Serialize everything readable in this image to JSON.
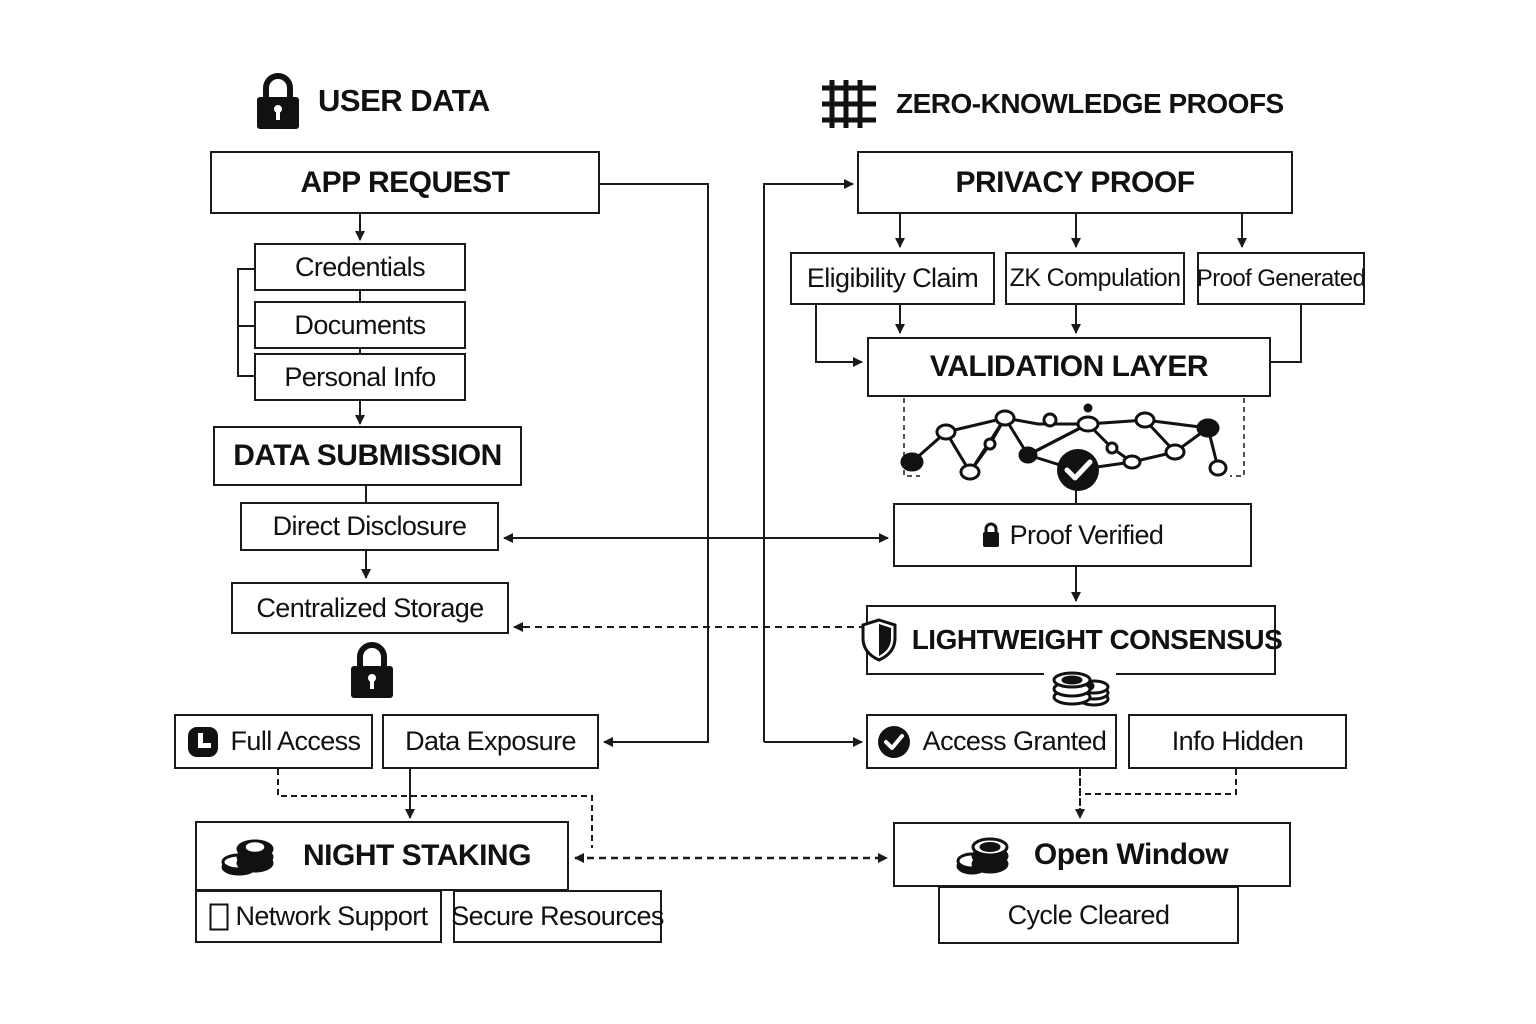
{
  "left_column": {
    "heading": "USER DATA",
    "heading_icon": "lock-icon",
    "app_request": "APP REQUEST",
    "inputs": [
      "Credentials",
      "Documents",
      "Personal Info"
    ],
    "data_submission": "DATA SUBMISSION",
    "direct_disclosure": "Direct Disclosure",
    "centralized_storage": "Centralized Storage",
    "storage_icon": "lock-icon",
    "full_access": "Full Access",
    "full_access_icon": "boot-icon",
    "data_exposure": "Data Exposure",
    "night_staking": "NIGHT STAKING",
    "night_staking_icon": "coins-icon",
    "network_support": "Network Support",
    "network_support_icon": "checkbox-empty-icon",
    "secure_resources": "Secure Resources"
  },
  "right_column": {
    "heading": "ZERO-KNOWLEDGE PROOFS",
    "heading_icon": "grid-hash-icon",
    "privacy_proof": "PRIVACY PROOF",
    "proof_steps": [
      "Eligibility Claim",
      "ZK Compulation",
      "Proof Generated"
    ],
    "validation_layer": "VALIDATION LAYER",
    "network_graphic": "blockchain-network-icon",
    "proof_verified": "Proof Verified",
    "proof_verified_icon": "lock-icon",
    "lightweight_consensus": "LIGHTWEIGHT CONSENSUS",
    "consensus_icon": "shield-icon",
    "consensus_coins_icon": "coins-icon",
    "access_granted": "Access Granted",
    "access_granted_icon": "check-circle-icon",
    "info_hidden": "Info Hidden",
    "open_window": "Open Window",
    "open_window_icon": "coins-icon",
    "cycle_cleared": "Cycle Cleared"
  },
  "colors": {
    "stroke": "#1a1a1a",
    "background": "#ffffff"
  }
}
